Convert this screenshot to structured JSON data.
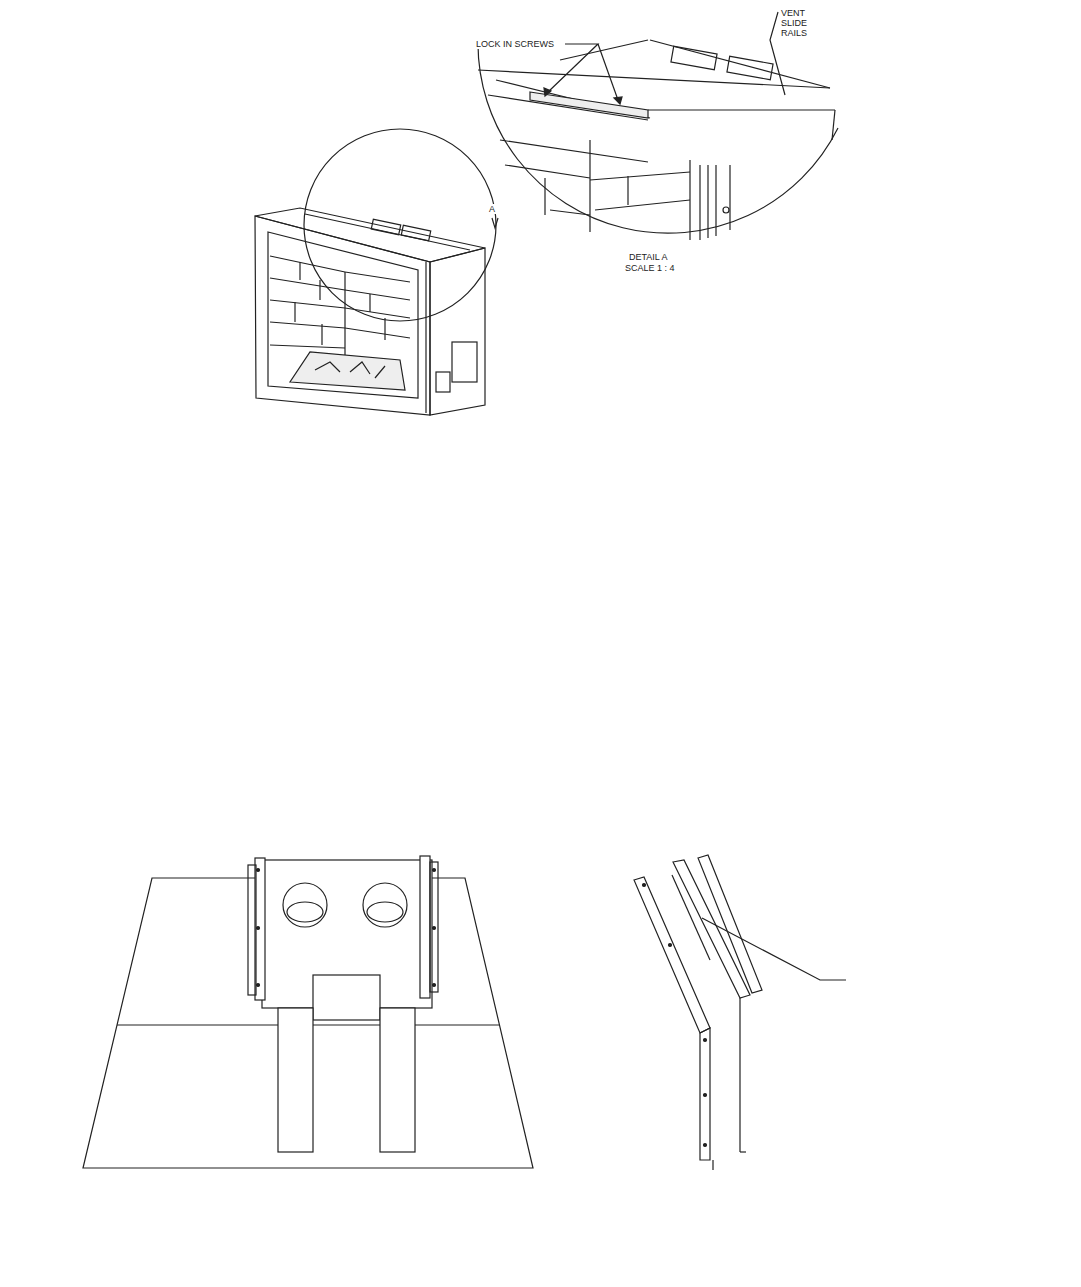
{
  "diagram": {
    "labels": [
      "LOCK IN SCREWS",
      "VENT SLIDE RAILS",
      "DETAIL A",
      "SCALE 1 : 4",
      "A"
    ]
  }
}
